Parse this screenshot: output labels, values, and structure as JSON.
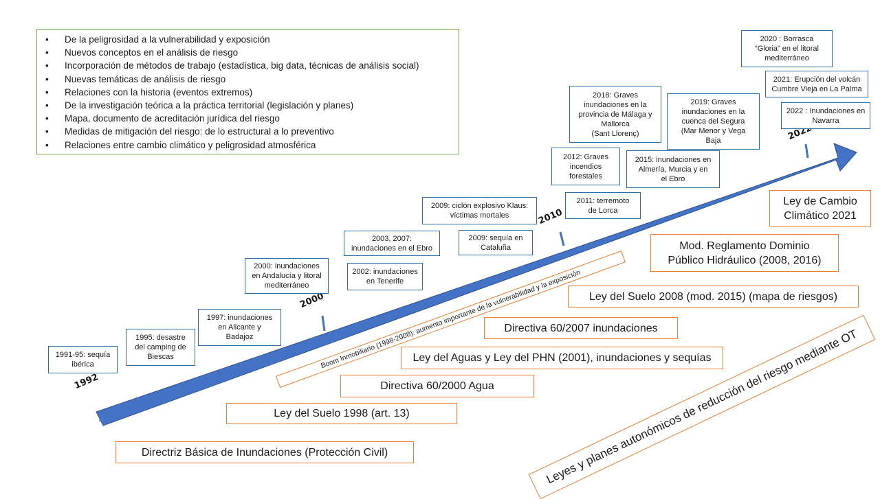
{
  "key_points": [
    "De la peligrosidad a la vulnerabilidad y exposición",
    "Nuevos conceptos en el análisis de riesgo",
    "Incorporación  de métodos de trabajo (estadística, big data, técnicas de análisis social)",
    "Nuevas temáticas de análisis de riesgo",
    "Relaciones con la historia (eventos extremos)",
    "De la investigación teórica a la práctica territorial  (legislación y planes)",
    "Mapa, documento de acreditación jurídica del riesgo",
    "Medidas de mitigación del riesgo: de lo estructural a lo preventivo",
    "Relaciones entre cambio climático y peligrosidad atmosférica"
  ],
  "bullet_symbol": "•",
  "timeline_years": [
    "1992",
    "2000",
    "2010",
    "2022"
  ],
  "events": [
    "1991-95: sequía\nibérica",
    "1995: desastre\ndel camping de\nBiescas",
    "1997: inundaciones\nen Alicante y\nBadajoz",
    "2000: inundaciones\nen Andalucía y litoral\nmediterráneo",
    "2002: inundaciones\nen Tenerife",
    "2003, 2007:\ninundaciones en el Ebro",
    "2009: sequía en\nCataluña",
    "2009: ciclón explosivo Klaus:\nvíctimas mortales",
    "2011: terremoto\nde Lorca",
    "2012: Graves\nincendios\nforestales",
    "2015: inundaciones en\nAlmería, Murcia y en\nel Ebro",
    "2018: Graves\ninundaciones en la\nprovincia de Málaga y\nMallorca\n(Sant Llorenç)",
    "2019: Graves\ninundaciones en la\ncuenca del Segura\n(Mar Menor y Vega\nBaja",
    "2020 : Borrasca\n“Gloria” en el litoral\nmediterráneo",
    "2021: Erupción del volcán\nCumbre Vieja en La Palma",
    "2022 : Inundaciones en\nNavarra"
  ],
  "laws": [
    "Directriz Básica de Inundaciones (Protección Civil)",
    "Ley del Suelo 1998 (art. 13)",
    "Directiva 60/2000  Agua",
    "Ley del Aguas y Ley del PHN (2001), inundaciones y sequías",
    "Directiva 60/2007 inundaciones",
    "Ley del Suelo 2008 (mod. 2015) (mapa de riesgos)",
    "Mod. Reglamento Dominio\nPúblico Hidráulico (2008, 2016)",
    "Ley de Cambio\nClimático 2021"
  ],
  "boom_label": "Boom Inmobiliario (1998-2008): aumento importante de la vulnerabilidad y la exposición",
  "regional_plans_label": "Leyes y planes autonómicos de reducción del riesgo mediante OT",
  "colors": {
    "arrow": "#4472c4",
    "arrow_outline": "#2f528f",
    "event_border": "#2e6da4",
    "law_border": "#ed7d31",
    "list_border": "#70ad47"
  }
}
